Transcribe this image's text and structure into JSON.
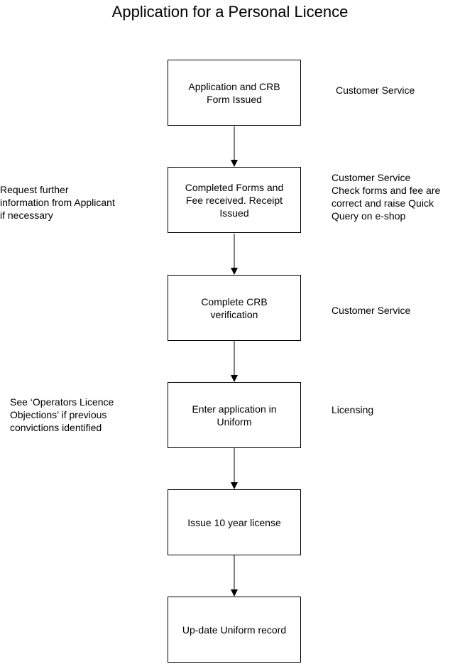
{
  "title": "Application for a Personal Licence",
  "steps": [
    {
      "label": "Application and CRB\nForm  Issued",
      "responsible": "Customer Service"
    },
    {
      "label": "Completed Forms and\nFee received. Receipt\nIssued",
      "responsible": "Customer Service\nCheck forms and fee are\ncorrect and raise Quick\nQuery on e-shop",
      "side_note": "Request further\ninformation from Applicant\nif necessary"
    },
    {
      "label": "Complete CRB\nverification",
      "responsible": "Customer Service"
    },
    {
      "label": "Enter application in\nUniform",
      "responsible": "Licensing",
      "side_note": "See ‘Operators Licence\nObjections’ if previous\nconvictions identified"
    },
    {
      "label": "Issue 10 year license"
    },
    {
      "label": "Up-date Uniform record"
    }
  ]
}
